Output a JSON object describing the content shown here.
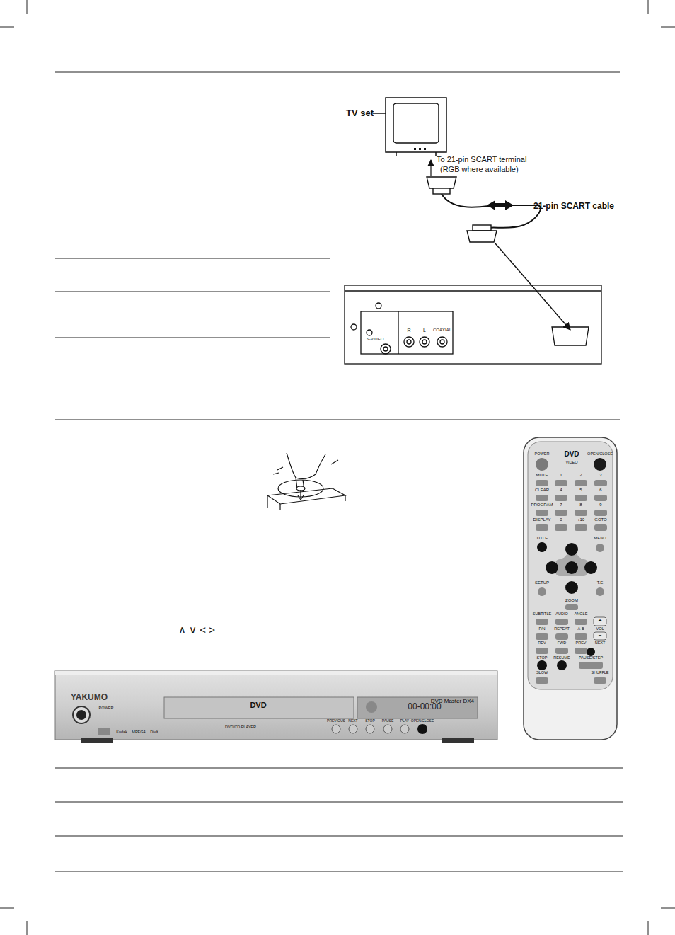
{
  "diagram": {
    "labels": [
      "TV set",
      "To 21-pin SCART terminal",
      "(RGB where available)",
      "21-pin SCART cable",
      "S-VIDEO",
      "R",
      "L",
      "COAXIAL",
      "∧ ∨ < >",
      "POWER",
      "DVD",
      "VIDEO",
      "OPEN/CLOSE",
      "MUTE",
      "1",
      "2",
      "3",
      "CLEAR",
      "4",
      "5",
      "6",
      "PROGRAM",
      "7",
      "8",
      "9",
      "DISPLAY",
      "0",
      "+10",
      "GOTO",
      "TITLE",
      "MENU",
      "SETUP",
      "T.E",
      "ZOOM",
      "SUBTITLE",
      "AUDIO",
      "ANGLE",
      "+",
      "P/N",
      "REPEAT",
      "A-B",
      "VOL",
      "–",
      "REV",
      "FWD",
      "PREV",
      "NEXT",
      "STOP",
      "RESUME",
      "PAUSE/STEP",
      "SLOW",
      "SHUFFLE",
      "YAKUMO",
      "POWER",
      "DVD",
      "00-00:00",
      "DVD Master DX4",
      "Kodak",
      "MPEG4",
      "DivX",
      "DVD/CD PLAYER",
      "PREVIOUS",
      "NEXT",
      "STOP",
      "PAUSE",
      "PLAY",
      "OPEN/CLOSE"
    ]
  }
}
